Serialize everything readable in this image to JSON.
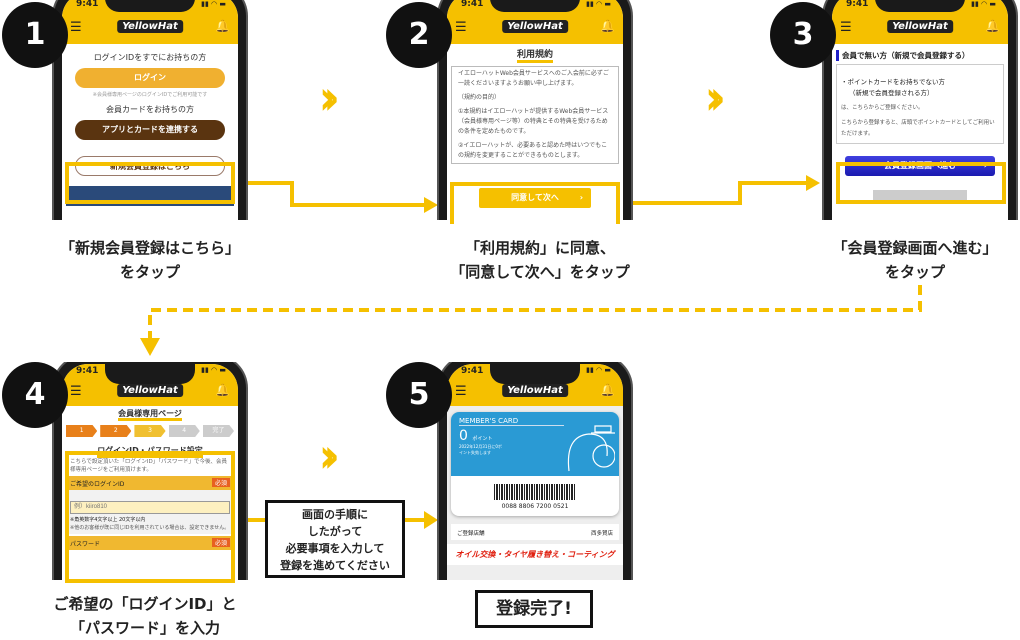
{
  "colors": {
    "accent": "#f5c000",
    "brown": "#5a3410",
    "blue": "#2020c8",
    "card": "#2a9ad4",
    "red": "#e02010"
  },
  "phone_common": {
    "time": "9:41",
    "logo": "YellowHat",
    "menu_icon": "hamburger-icon",
    "bell_icon": "bell-icon"
  },
  "steps": [
    {
      "number": "1",
      "caption": [
        "「新規会員登録はこちら」",
        "をタップ"
      ],
      "screen": {
        "heading1": "ログインIDをすでにお持ちの方",
        "login": "ログイン",
        "note": "※会員様専用ページのログインIDでご利用可能です",
        "heading2": "会員カードをお持ちの方",
        "link_app": "アプリとカードを連携する",
        "register": "新規会員登録はこちら"
      }
    },
    {
      "number": "2",
      "caption": [
        "「利用規約」に同意、",
        "「同意して次へ」をタップ"
      ],
      "screen": {
        "title": "利用規約",
        "terms": [
          "イエローハットWeb会員サービスへのご入会前に必ずご一読くださいますようお願い申し上げます。",
          "（規約の目的）",
          "①本規約はイエローハットが提供するWeb会員サービス（会員様専用ページ等）の特典とその特典を受けるための条件を定めたものです。",
          "②イエローハットが、必要あると認めた時はいつでもこの規約を変更することができるものとします。"
        ],
        "agree": "同意して次へ"
      }
    },
    {
      "number": "3",
      "caption": [
        "「会員登録画面へ進む」",
        "をタップ"
      ],
      "screen": {
        "title": "会員で無い方（新規で会員登録する）",
        "line1": "・ポイントカードをお持ちでない方",
        "line2": "（新規で会員登録される方）",
        "line3": "は、こちらからご登録ください。",
        "line4": "こちらから登録すると、店頭でポイントカードとしてご利用いただけます。",
        "proceed": "会員登録画面へ進む"
      }
    },
    {
      "number": "4",
      "caption": [
        "ご希望の「ログインID」と",
        "「パスワード」を入力"
      ],
      "screen": {
        "title": "会員様専用ページ",
        "progress": [
          "1",
          "2",
          "3",
          "4",
          "完了"
        ],
        "current_step": 3,
        "section": "ログインID・パスワード設定",
        "desc": "こちらで設定頂いた「ログインID」「パスワード」で今後、会員様専用ページをご利用頂けます。",
        "field_login": "ご希望のログインID",
        "required": "必須",
        "placeholder": "例）kiiro810",
        "rule1": "※角英数字4文字以上 20文字以内",
        "rule2": "※他のお客様が既に同じIDを利用されている場合は、設定できません。",
        "field_password": "パスワード"
      }
    },
    {
      "number": "5",
      "caption": [
        "登録完了!"
      ],
      "screen": {
        "card_title": "MEMBER'S CARD",
        "points": "0",
        "points_unit": "ポイント",
        "expiry": "2022年12月31日に0ポイント失効します",
        "card_number": "0088 8806 7200 0521",
        "store_label": "ご登録店舗",
        "store": "西多賀店",
        "banner": "オイル交換・タイヤ履き替え・コーティング"
      }
    }
  ],
  "instruction_box": [
    "画面の手順に",
    "したがって",
    "必要事項を入力して",
    "登録を進めてください"
  ]
}
